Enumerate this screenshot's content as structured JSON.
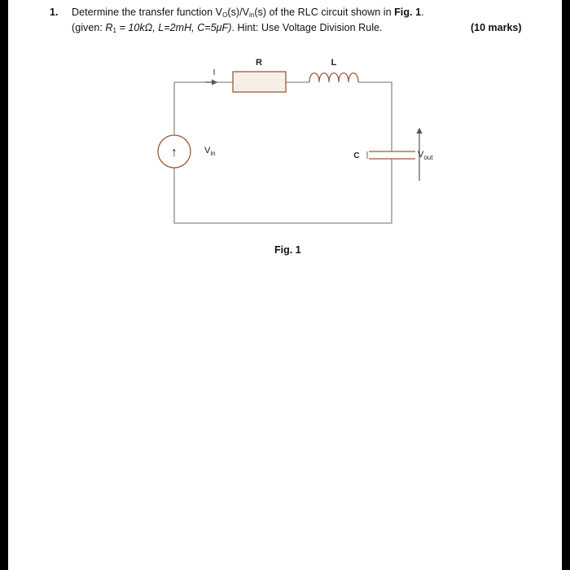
{
  "question": {
    "number": "1.",
    "line1": {
      "pre": "Determine the transfer function V",
      "sub1": "O",
      "mid1": "(s)/V",
      "sub2": "in",
      "mid2": "(s) of the RLC circuit shown in ",
      "fig_ref": "Fig. 1",
      "end": "."
    },
    "line2": {
      "given_open": "(given: ",
      "r_sym": "R",
      "r_sub": "1",
      "values": " = 10kΩ, L=2mH, C=5μF)",
      "hint": ". Hint: Use Voltage Division Rule."
    },
    "marks": "(10 marks)"
  },
  "circuit": {
    "current_label": "I",
    "resistor_label": "R",
    "inductor_label": "L",
    "capacitor_label": "C",
    "source_label": "V",
    "source_sub": "in",
    "output_label": "V",
    "output_sub": "out",
    "source_arrow": "↑",
    "wire_color": "#8a8a8a",
    "component_color": "#9a5a3a",
    "resistor_fill": "#f8eee8"
  },
  "figure": {
    "caption": "Fig. 1"
  },
  "colors": {
    "text": "#111111",
    "frame": "#000000"
  }
}
